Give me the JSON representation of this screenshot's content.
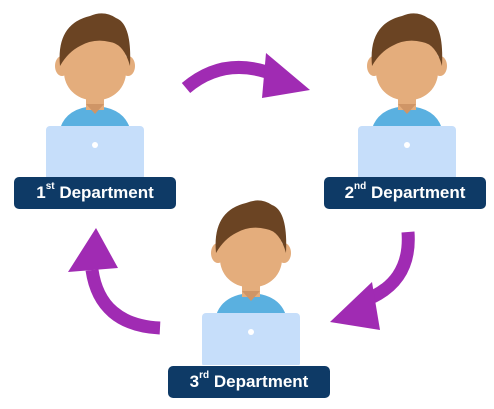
{
  "departments": [
    {
      "number": "1",
      "suffix": "st",
      "name": " Department"
    },
    {
      "number": "2",
      "suffix": "nd",
      "name": " Department"
    },
    {
      "number": "3",
      "suffix": "rd",
      "name": " Department"
    }
  ],
  "colors": {
    "arrow": "#a02bb3",
    "label_bg": "#0e3a66",
    "label_text": "#ffffff",
    "hair": "#6b4423",
    "skin": "#e4ad7c",
    "shirt": "#5ab0e0",
    "laptop": "#c6defa"
  },
  "icons": [
    "person-at-laptop-icon",
    "cycle-arrow-icon"
  ]
}
